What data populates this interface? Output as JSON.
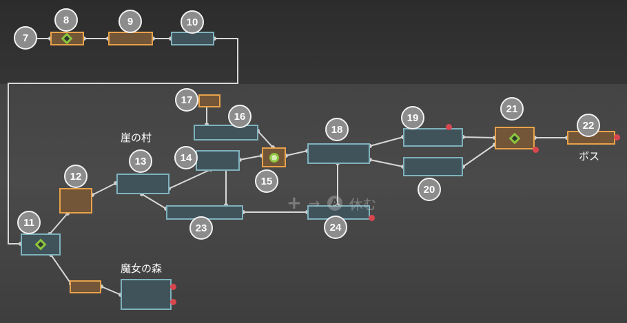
{
  "map": {
    "area_labels": {
      "cliff_village": "崖の村",
      "witch_forest": "魔女の森",
      "boss": "ボス"
    },
    "rooms": {
      "r7": "7",
      "r8": "8",
      "r9": "9",
      "r10": "10",
      "r11": "11",
      "r12": "12",
      "r13": "13",
      "r14": "14",
      "r15": "15",
      "r16": "16",
      "r17": "17",
      "r18": "18",
      "r19": "19",
      "r20": "20",
      "r21": "21",
      "r22": "22",
      "r23": "23",
      "r24": "24"
    },
    "hint": {
      "plus": "+",
      "arrow": "→",
      "button": "A",
      "action": "休む"
    },
    "colors": {
      "room_teal": "#7fb2bd",
      "room_orange": "#e8a24a",
      "save_marker": "#8ec63f",
      "item_dot": "#d9464e"
    }
  }
}
